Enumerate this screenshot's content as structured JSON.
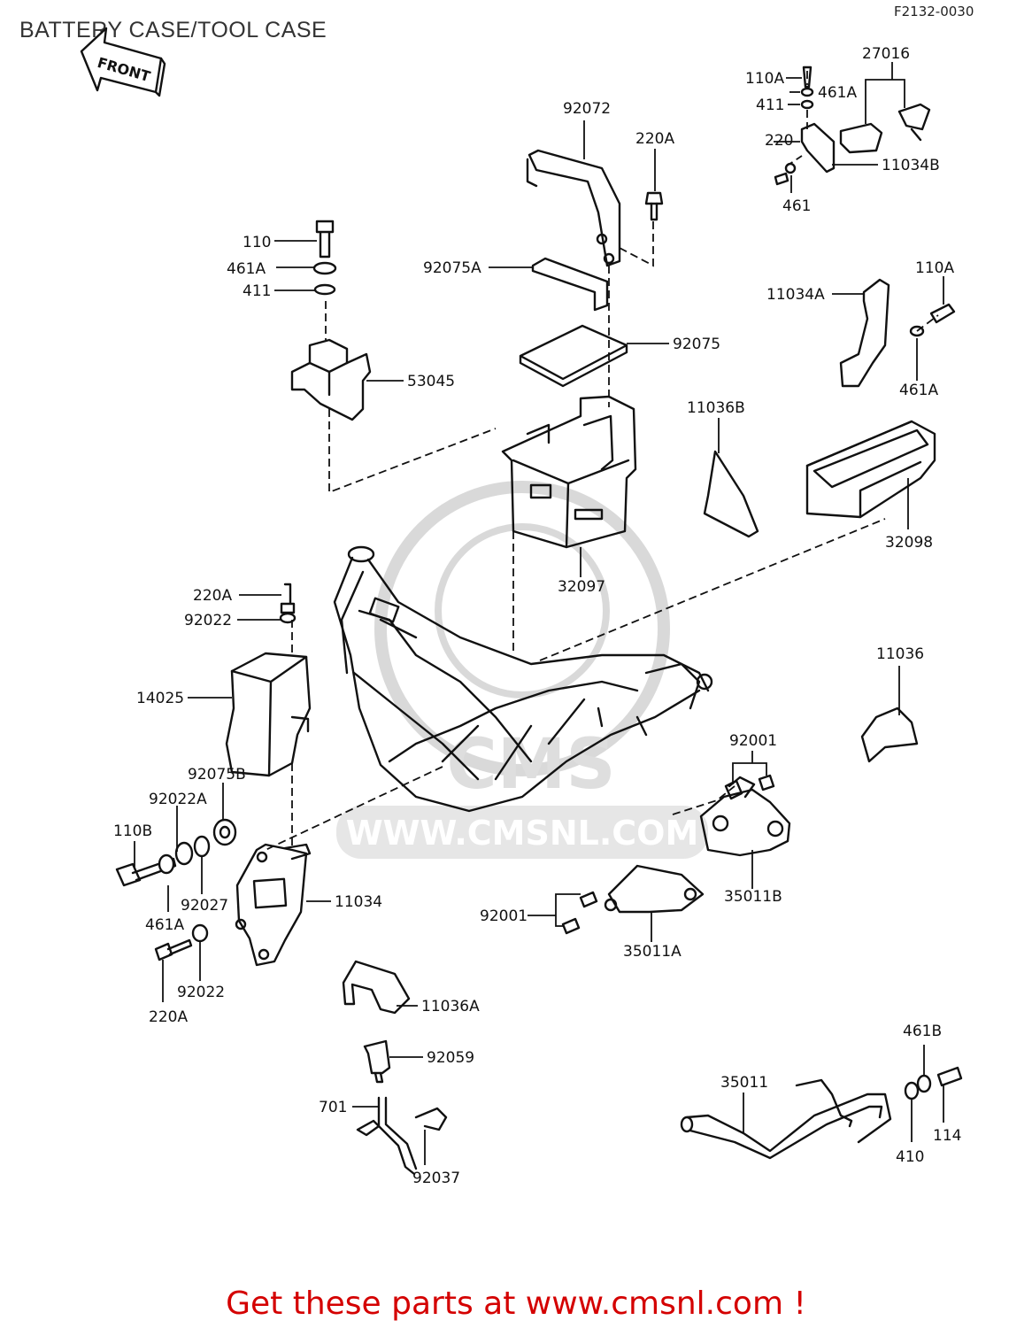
{
  "header": {
    "title": "BATTERY CASE/TOOL CASE",
    "ref_code": "F2132-0030"
  },
  "front_arrow": {
    "label": "FRONT"
  },
  "watermark": {
    "text": "WWW.CMSNL.COM",
    "logo_text": "CMS"
  },
  "callouts": [
    {
      "label": "110A",
      "part": "bolt"
    },
    {
      "label": "461A",
      "part": "lock-washer"
    },
    {
      "label": "411",
      "part": "washer"
    },
    {
      "label": "27016",
      "part": "lock-assembly"
    },
    {
      "label": "220",
      "part": "screw"
    },
    {
      "label": "11034B",
      "part": "bracket"
    },
    {
      "label": "461",
      "part": "lock-washer"
    },
    {
      "label": "92072",
      "part": "battery-strap-bracket"
    },
    {
      "label": "220A",
      "part": "screw"
    },
    {
      "label": "110",
      "part": "bolt"
    },
    {
      "label": "461A",
      "part": "lock-washer"
    },
    {
      "label": "411",
      "part": "washer"
    },
    {
      "label": "92075A",
      "part": "pad"
    },
    {
      "label": "92075",
      "part": "pad"
    },
    {
      "label": "53045",
      "part": "holder"
    },
    {
      "label": "11034A",
      "part": "bracket"
    },
    {
      "label": "110A",
      "part": "bolt"
    },
    {
      "label": "461A",
      "part": "lock-washer"
    },
    {
      "label": "11036B",
      "part": "bracket"
    },
    {
      "label": "32098",
      "part": "tool-case"
    },
    {
      "label": "32097",
      "part": "battery-case"
    },
    {
      "label": "220A",
      "part": "screw"
    },
    {
      "label": "92022",
      "part": "washer"
    },
    {
      "label": "14025",
      "part": "cover"
    },
    {
      "label": "11036",
      "part": "bracket"
    },
    {
      "label": "92075B",
      "part": "damper"
    },
    {
      "label": "92022A",
      "part": "washer"
    },
    {
      "label": "110B",
      "part": "bolt"
    },
    {
      "label": "92027",
      "part": "collar"
    },
    {
      "label": "461A",
      "part": "lock-washer"
    },
    {
      "label": "11034",
      "part": "bracket"
    },
    {
      "label": "92001",
      "part": "bolt"
    },
    {
      "label": "35011B",
      "part": "bracket"
    },
    {
      "label": "92001",
      "part": "bolt"
    },
    {
      "label": "35011A",
      "part": "bracket"
    },
    {
      "label": "92022",
      "part": "washer"
    },
    {
      "label": "220A",
      "part": "screw"
    },
    {
      "label": "11036A",
      "part": "bracket"
    },
    {
      "label": "92059",
      "part": "fitting"
    },
    {
      "label": "461B",
      "part": "lock-washer"
    },
    {
      "label": "35011",
      "part": "frame-guard"
    },
    {
      "label": "701",
      "part": "breather-hose"
    },
    {
      "label": "92037",
      "part": "clamp"
    },
    {
      "label": "410",
      "part": "washer"
    },
    {
      "label": "114",
      "part": "bolt"
    }
  ],
  "footer": {
    "cta": "Get these parts at www.cmsnl.com !"
  }
}
